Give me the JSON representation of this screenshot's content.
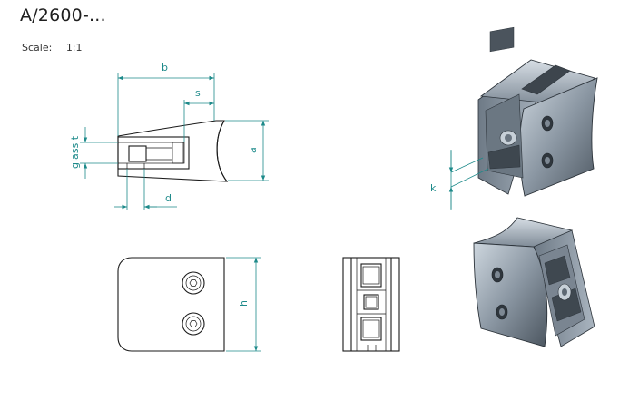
{
  "title": "A/2600-...",
  "scale": {
    "label": "Scale:",
    "value": "1:1"
  },
  "dimensions": {
    "b": "b",
    "s": "s",
    "glass": "glass t",
    "a": "a",
    "d": "d",
    "h": "h",
    "k": "k"
  },
  "colors": {
    "dimension": "#1d8a8a",
    "line": "#1a1a1a",
    "metal_dark": "#55606b",
    "metal_light": "#b7c2cd"
  }
}
